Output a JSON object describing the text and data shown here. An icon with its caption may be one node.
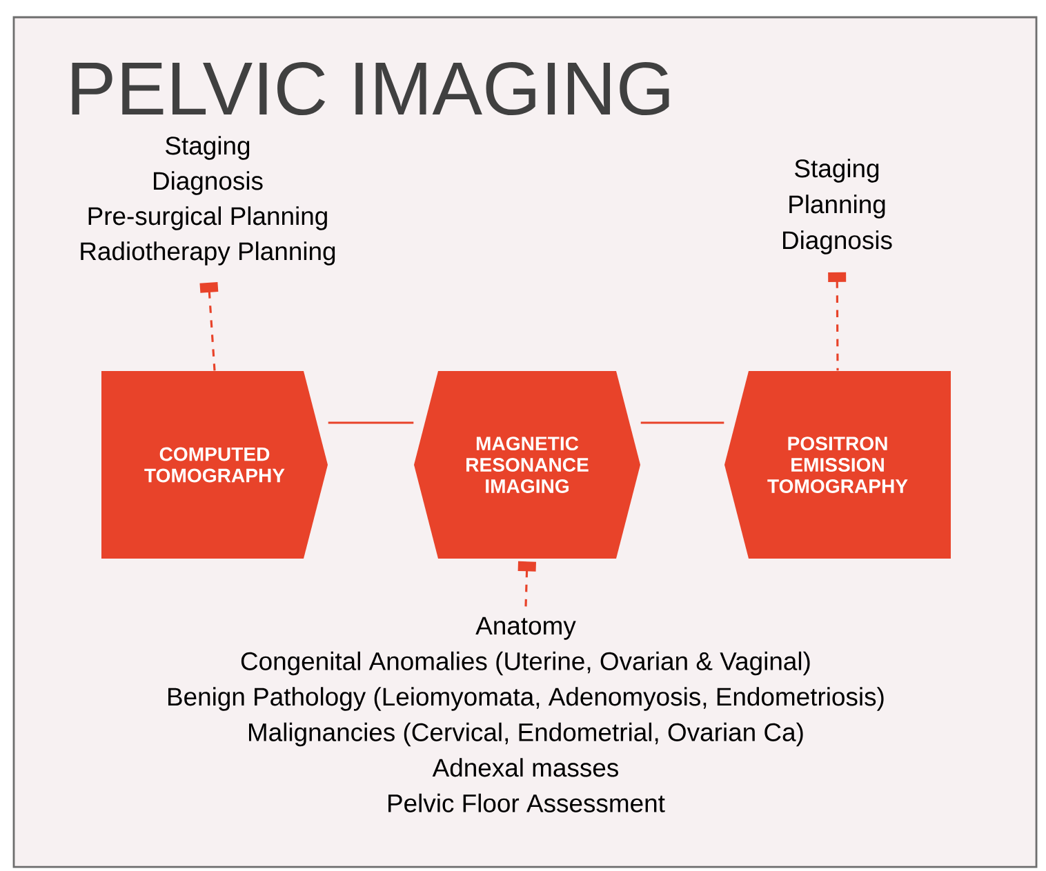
{
  "diagram": {
    "title": "PELVIC IMAGING",
    "nodes": [
      {
        "text": [
          "COMPUTED TOMOGRAPHY"
        ]
      },
      {
        "text": [
          "MAGNETIC RESONANCE IMAGING"
        ]
      },
      {
        "text": [
          "POSITRON EMISSION TOMOGRAPHY"
        ]
      },
      {
        "text": [
          "Staging",
          "Diagnosis",
          "Pre-surgical Planning",
          "Radiotherapy Planning"
        ]
      },
      {
        "text": [
          "Staging",
          "Planning",
          "Diagnosis"
        ]
      },
      {
        "text": [
          "Anatomy",
          "Congenital Anomalies (Uterine, Ovarian & Vaginal)",
          "Benign Pathology (Leiomyomata, Adenomyosis, Endometriosis)",
          "Malignancies (Cervical, Endometrial, Ovarian Ca)",
          "Adnexal masses",
          "Pelvic Floor Assessment"
        ]
      }
    ],
    "edges": [
      {
        "from": 0,
        "to": 1,
        "arrow": "none",
        "color": "#e8432a"
      },
      {
        "from": 1,
        "to": 2,
        "arrow": "none",
        "color": "#e8432a"
      },
      {
        "from": 3,
        "to": 0,
        "arrow": "other",
        "style": "dashed",
        "color": "#e8432a"
      },
      {
        "from": 4,
        "to": 2,
        "arrow": "other",
        "style": "dashed",
        "color": "#e8432a"
      },
      {
        "from": 1,
        "to": 5,
        "arrow": "other",
        "style": "dashed",
        "color": "#e8432a"
      }
    ]
  }
}
